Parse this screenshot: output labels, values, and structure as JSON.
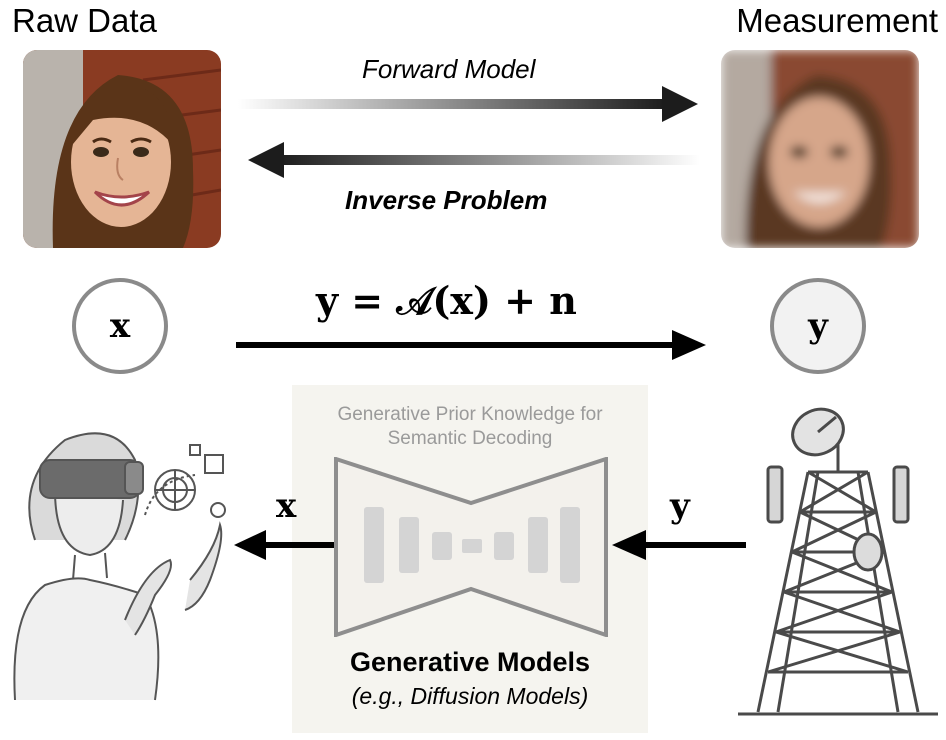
{
  "labels": {
    "raw_data": "Raw Data",
    "measurement": "Measurement",
    "forward_model": "Forward Model",
    "inverse_problem": "Inverse Problem"
  },
  "equation": "y = 𝒜(x) + n",
  "nodes": {
    "x": "x",
    "y": "y"
  },
  "generative": {
    "prior_line1": "Generative Prior Knowledge for",
    "prior_line2": "Semantic Decoding",
    "title": "Generative Models",
    "subtitle": "(e.g., Diffusion Models)"
  },
  "outputs": {
    "x": "x",
    "y": "y"
  },
  "icons": [
    "face-photo",
    "blurred-face-photo",
    "vr-user-sketch",
    "telecom-tower-sketch",
    "encoder-decoder-icon"
  ],
  "colors": {
    "circle_border": "#8a8a8a",
    "box_bg": "#f5f4ef",
    "prior_text": "#9a9a9a"
  }
}
